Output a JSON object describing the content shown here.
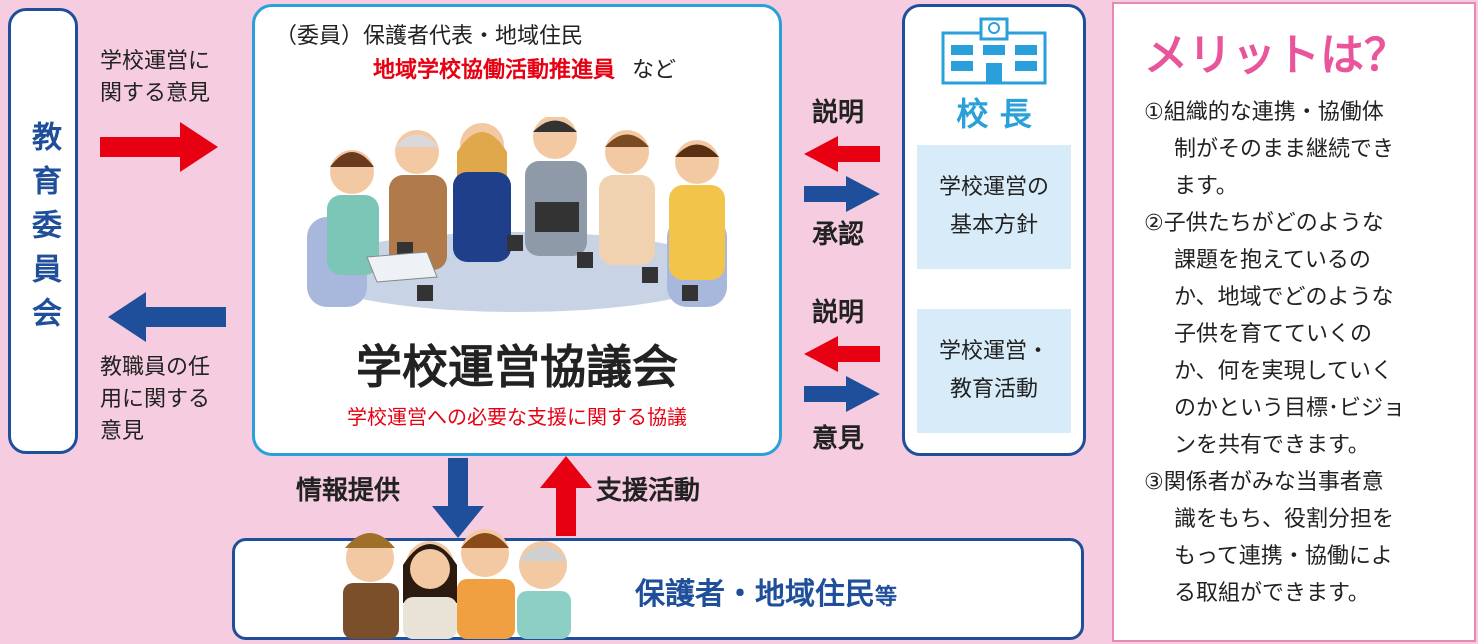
{
  "board": {
    "label": "教育委員会"
  },
  "left": {
    "opinion_text_1": "学校運営に",
    "opinion_text_2": "関する意見",
    "staff_text_1": "教職員の任",
    "staff_text_2": "用に関する",
    "staff_text_3": "意見"
  },
  "council": {
    "members_line": "（委員）保護者代表・地域住民",
    "promoter": "地域学校協働活動推進員",
    "etc": "など",
    "title": "学校運営協議会",
    "subtitle": "学校運営への必要な支援に関する協議"
  },
  "middle": {
    "explain_1": "説明",
    "approve": "承認",
    "explain_2": "説明",
    "opinion": "意見"
  },
  "principal": {
    "title": "校 長",
    "policy_1": "学校運営の",
    "policy_2": "基本方針",
    "activity_1": "学校運営・",
    "activity_2": "教育活動"
  },
  "bottom": {
    "info": "情報提供",
    "support": "支援活動",
    "community": "保護者・地域住民",
    "community_suffix": "等"
  },
  "merit": {
    "title": "メリットは？",
    "items": [
      "①組織的な連携・協働体",
      "制がそのまま継続でき",
      "ます。",
      "②子供たちがどのような",
      "課題を抱えているの",
      "か、地域でどのような",
      "子供を育てていくの",
      "か、何を実現していく",
      "のかという目標･ビジョ",
      "ンを共有できます。",
      "③関係者がみな当事者意",
      "識をもち、役割分担を",
      "もって連携・協働によ",
      "る取組ができます。"
    ]
  },
  "colors": {
    "red": "#e60012",
    "navy": "#1f4f9a",
    "pink": "#f6cde0",
    "lightblue": "#d7ecf8"
  }
}
